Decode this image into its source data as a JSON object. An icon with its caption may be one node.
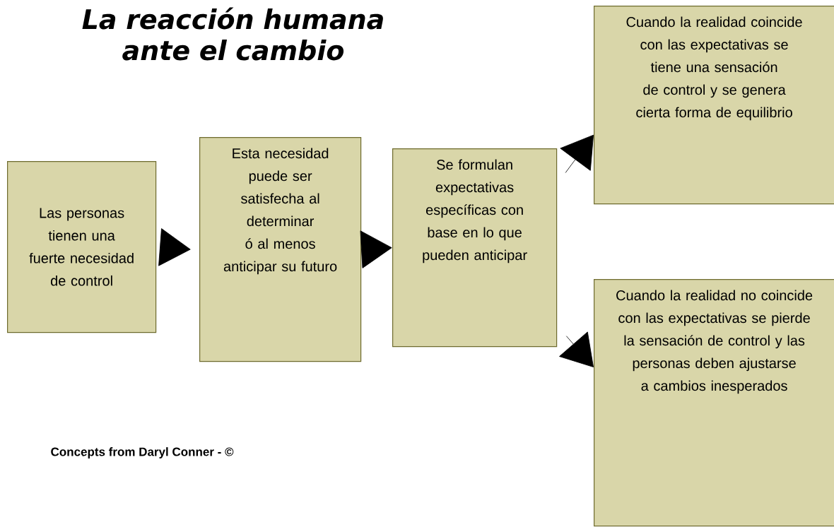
{
  "diagram": {
    "title": "La reacción humana ante el cambio",
    "nodes": [
      {
        "text": [
          "Las personas tienen una fuerte necesidad de control"
        ]
      },
      {
        "text": [
          "Esta necesidad puede ser satisfecha al determinar ó al menos anticipar su futuro"
        ]
      },
      {
        "text": [
          "Se formulan expectativas específicas con base en lo que pueden anticipar"
        ]
      },
      {
        "text": [
          "Cuando la realidad coincide con las expectativas se tiene una sensación de control y se genera cierta forma de equilibrio"
        ]
      },
      {
        "text": [
          "Cuando la realidad no coincide con las expectativas se pierde la sensación de control y las personas deben ajustarse a cambios inesperados"
        ]
      }
    ],
    "edges": [
      {
        "from": 0,
        "to": 1,
        "arrow": "to"
      },
      {
        "from": 1,
        "to": 2,
        "arrow": "to"
      },
      {
        "from": 2,
        "to": 3,
        "arrow": "to"
      },
      {
        "from": 2,
        "to": 4,
        "arrow": "to"
      }
    ],
    "labels": [
      "Concepts from Daryl Conner - ©"
    ]
  }
}
